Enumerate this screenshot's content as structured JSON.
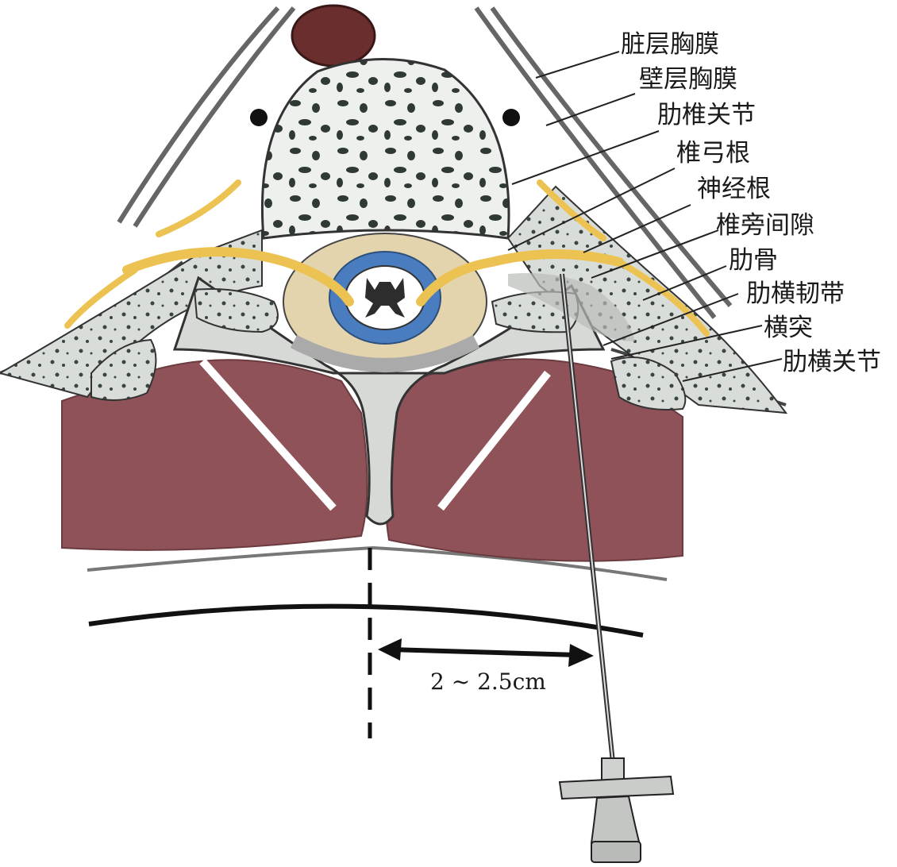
{
  "labels": {
    "visceral_pleura": "脏层胸膜",
    "parietal_pleura": "壁层胸膜",
    "costovertebral_joint": "肋椎关节",
    "pedicle": "椎弓根",
    "nerve_root": "神经根",
    "paravertebral_space": "椎旁间隙",
    "rib": "肋骨",
    "costotransverse_ligament": "肋横韧带",
    "transverse_process": "横突",
    "costotransverse_joint": "肋横关节"
  },
  "dimension": {
    "text": "2 ~ 2.5cm"
  },
  "colors": {
    "muscle": "#8e5258",
    "bone": "#e9ebe8",
    "bone_shadow": "#8a918c",
    "nerve": "#ecc352",
    "dura": "#e3d4ad",
    "csf": "#4a7cc0",
    "cord_gray": "#2d2d2d",
    "aorta": "#6b2e2e",
    "line": "#222222"
  }
}
